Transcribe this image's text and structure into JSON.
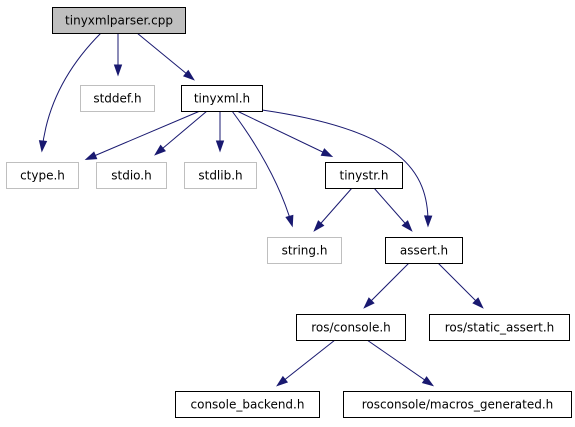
{
  "colors": {
    "edge": "#191970",
    "root_fill": "#bfbfbf",
    "node_stroke": "#000000",
    "system_header_stroke": "#bfbfbf",
    "background": "#ffffff"
  },
  "nodes": [
    {
      "id": "tinyxmlparser_cpp",
      "label": "tinyxmlparser.cpp",
      "kind": "root"
    },
    {
      "id": "stddef_h",
      "label": "stddef.h",
      "kind": "system"
    },
    {
      "id": "tinyxml_h",
      "label": "tinyxml.h",
      "kind": "local"
    },
    {
      "id": "ctype_h",
      "label": "ctype.h",
      "kind": "system"
    },
    {
      "id": "stdio_h",
      "label": "stdio.h",
      "kind": "system"
    },
    {
      "id": "stdlib_h",
      "label": "stdlib.h",
      "kind": "system"
    },
    {
      "id": "tinystr_h",
      "label": "tinystr.h",
      "kind": "local"
    },
    {
      "id": "string_h",
      "label": "string.h",
      "kind": "system"
    },
    {
      "id": "assert_h",
      "label": "assert.h",
      "kind": "local"
    },
    {
      "id": "ros_console_h",
      "label": "ros/console.h",
      "kind": "local"
    },
    {
      "id": "ros_static_assert_h",
      "label": "ros/static_assert.h",
      "kind": "local"
    },
    {
      "id": "console_backend_h",
      "label": "console_backend.h",
      "kind": "local"
    },
    {
      "id": "rosconsole_macros_generated_h",
      "label": "rosconsole/macros_generated.h",
      "kind": "local"
    }
  ],
  "edges": [
    {
      "from": "tinyxmlparser_cpp",
      "to": "ctype_h"
    },
    {
      "from": "tinyxmlparser_cpp",
      "to": "stddef_h"
    },
    {
      "from": "tinyxmlparser_cpp",
      "to": "tinyxml_h"
    },
    {
      "from": "tinyxml_h",
      "to": "ctype_h"
    },
    {
      "from": "tinyxml_h",
      "to": "stdio_h"
    },
    {
      "from": "tinyxml_h",
      "to": "stdlib_h"
    },
    {
      "from": "tinyxml_h",
      "to": "string_h"
    },
    {
      "from": "tinyxml_h",
      "to": "tinystr_h"
    },
    {
      "from": "tinyxml_h",
      "to": "assert_h"
    },
    {
      "from": "tinystr_h",
      "to": "string_h"
    },
    {
      "from": "tinystr_h",
      "to": "assert_h"
    },
    {
      "from": "assert_h",
      "to": "ros_console_h"
    },
    {
      "from": "assert_h",
      "to": "ros_static_assert_h"
    },
    {
      "from": "ros_console_h",
      "to": "console_backend_h"
    },
    {
      "from": "ros_console_h",
      "to": "rosconsole_macros_generated_h"
    }
  ]
}
